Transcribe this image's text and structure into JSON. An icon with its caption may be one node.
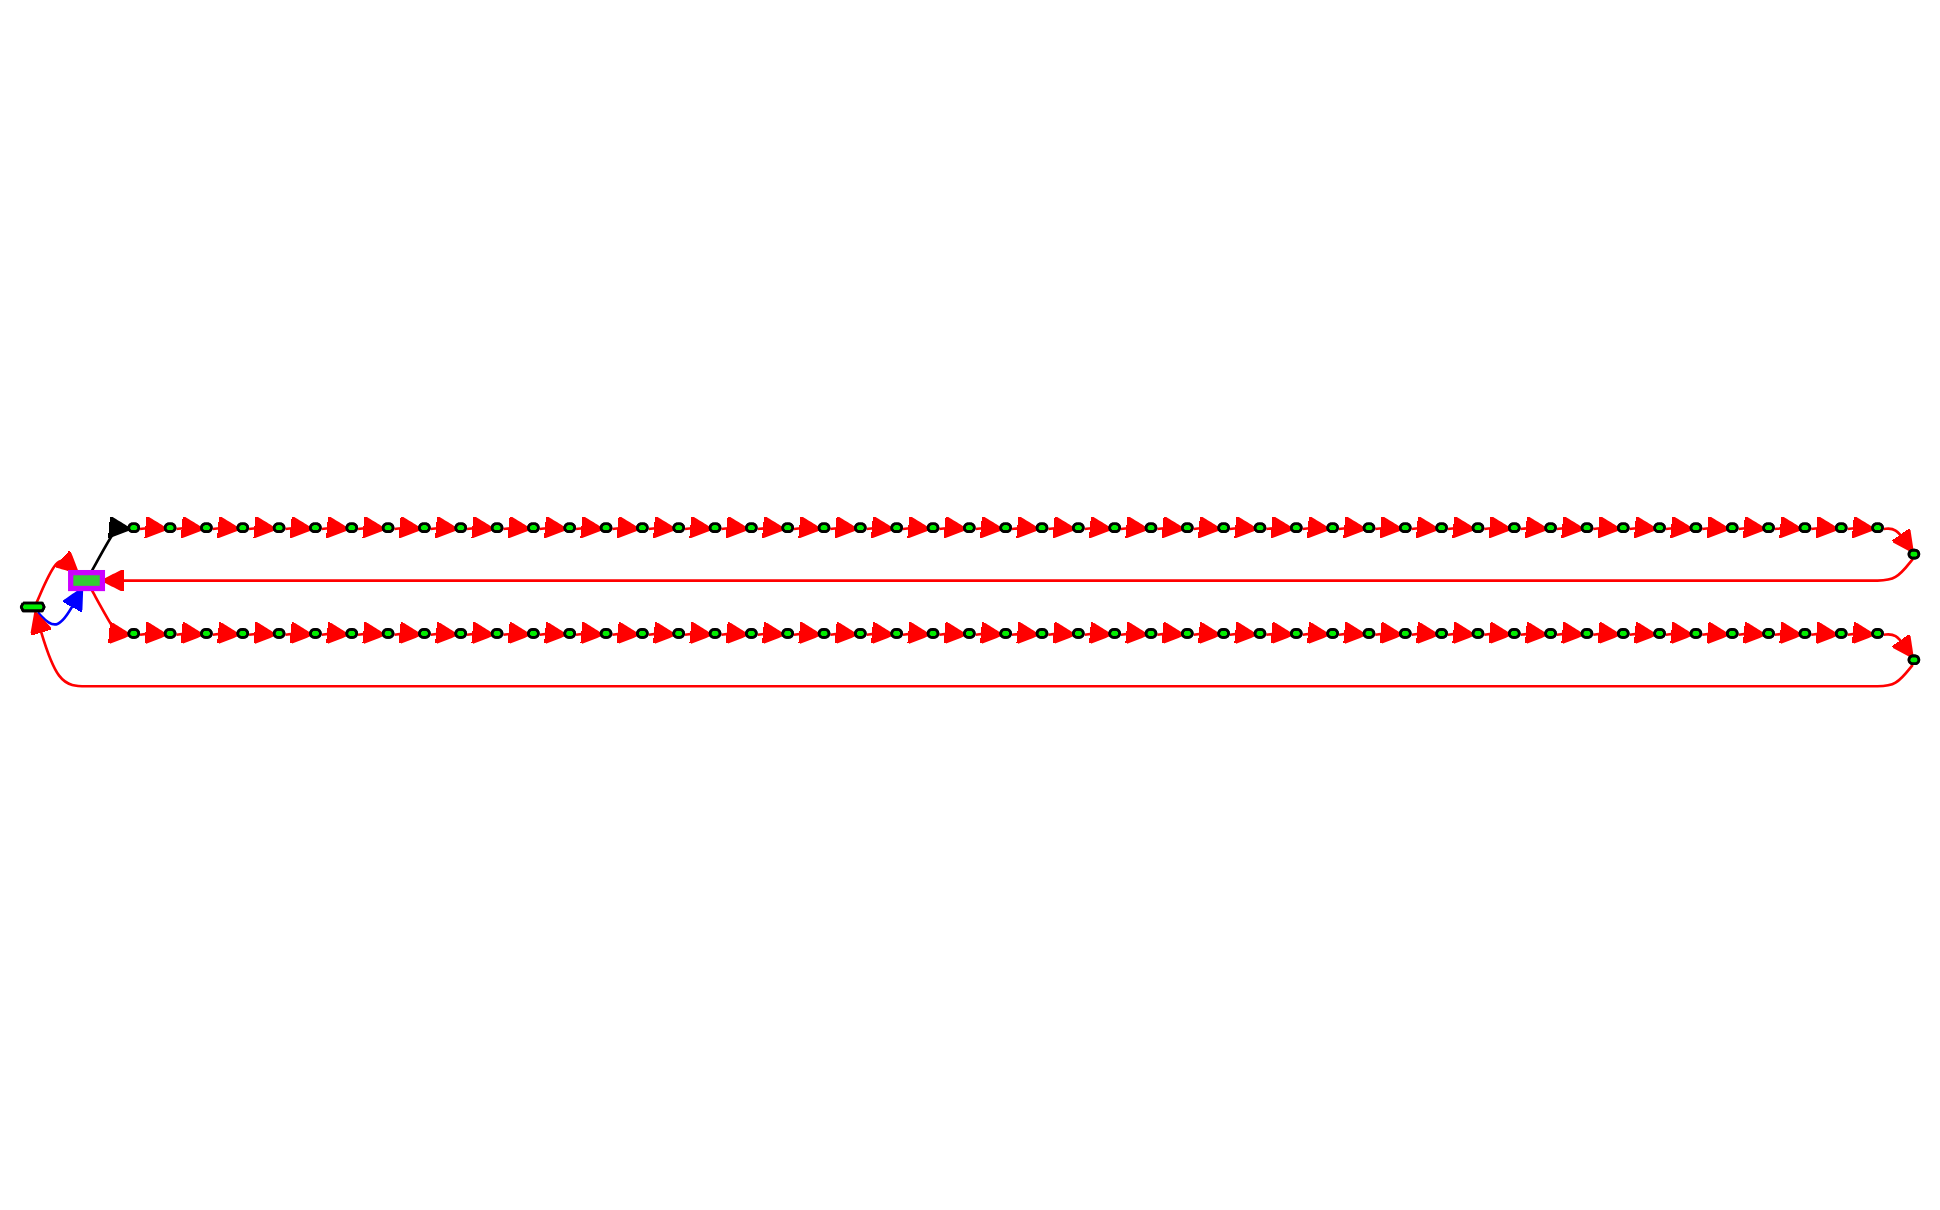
{
  "diagram": {
    "nodes": [
      {
        "text": [],
        "shape": "hexagon"
      },
      {
        "text": [],
        "shape": "box"
      },
      {
        "text": [],
        "shape": "ellipse"
      },
      {
        "text": [],
        "shape": "ellipse"
      },
      {
        "text": [],
        "shape": "ellipse"
      },
      {
        "text": [],
        "shape": "ellipse"
      },
      {
        "text": [],
        "shape": "ellipse"
      },
      {
        "text": [],
        "shape": "ellipse"
      },
      {
        "text": [],
        "shape": "ellipse"
      },
      {
        "text": [],
        "shape": "ellipse"
      },
      {
        "text": [],
        "shape": "ellipse"
      },
      {
        "text": [],
        "shape": "ellipse"
      },
      {
        "text": [],
        "shape": "ellipse"
      },
      {
        "text": [],
        "shape": "ellipse"
      },
      {
        "text": [],
        "shape": "ellipse"
      },
      {
        "text": [],
        "shape": "ellipse"
      },
      {
        "text": [],
        "shape": "ellipse"
      },
      {
        "text": [],
        "shape": "ellipse"
      },
      {
        "text": [],
        "shape": "ellipse"
      },
      {
        "text": [],
        "shape": "ellipse"
      },
      {
        "text": [],
        "shape": "ellipse"
      },
      {
        "text": [],
        "shape": "ellipse"
      },
      {
        "text": [],
        "shape": "ellipse"
      },
      {
        "text": [],
        "shape": "ellipse"
      },
      {
        "text": [],
        "shape": "ellipse"
      },
      {
        "text": [],
        "shape": "ellipse"
      },
      {
        "text": [],
        "shape": "ellipse"
      },
      {
        "text": [],
        "shape": "ellipse"
      },
      {
        "text": [],
        "shape": "ellipse"
      },
      {
        "text": [],
        "shape": "ellipse"
      },
      {
        "text": [],
        "shape": "ellipse"
      },
      {
        "text": [],
        "shape": "ellipse"
      },
      {
        "text": [],
        "shape": "ellipse"
      },
      {
        "text": [],
        "shape": "ellipse"
      },
      {
        "text": [],
        "shape": "ellipse"
      },
      {
        "text": [],
        "shape": "ellipse"
      },
      {
        "text": [],
        "shape": "ellipse"
      },
      {
        "text": [],
        "shape": "ellipse"
      },
      {
        "text": [],
        "shape": "ellipse"
      },
      {
        "text": [],
        "shape": "ellipse"
      },
      {
        "text": [],
        "shape": "ellipse"
      },
      {
        "text": [],
        "shape": "ellipse"
      },
      {
        "text": [],
        "shape": "ellipse"
      },
      {
        "text": [],
        "shape": "ellipse"
      },
      {
        "text": [],
        "shape": "ellipse"
      },
      {
        "text": [],
        "shape": "ellipse"
      },
      {
        "text": [],
        "shape": "ellipse"
      },
      {
        "text": [],
        "shape": "ellipse"
      },
      {
        "text": [],
        "shape": "ellipse"
      },
      {
        "text": [],
        "shape": "ellipse"
      },
      {
        "text": [],
        "shape": "ellipse"
      },
      {
        "text": [],
        "shape": "ellipse"
      },
      {
        "text": [],
        "shape": "ellipse"
      },
      {
        "text": [],
        "shape": "ellipse"
      },
      {
        "text": [],
        "shape": "ellipse"
      },
      {
        "text": [],
        "shape": "ellipse"
      },
      {
        "text": [],
        "shape": "ellipse"
      },
      {
        "text": [],
        "shape": "ellipse"
      },
      {
        "text": [],
        "shape": "ellipse"
      },
      {
        "text": [],
        "shape": "ellipse"
      },
      {
        "text": [],
        "shape": "ellipse"
      },
      {
        "text": [],
        "shape": "ellipse"
      },
      {
        "text": [],
        "shape": "ellipse"
      },
      {
        "text": [],
        "shape": "ellipse"
      },
      {
        "text": [],
        "shape": "ellipse"
      },
      {
        "text": [],
        "shape": "ellipse"
      },
      {
        "text": [],
        "shape": "ellipse"
      },
      {
        "text": [],
        "shape": "ellipse"
      },
      {
        "text": [],
        "shape": "ellipse"
      },
      {
        "text": [],
        "shape": "ellipse"
      },
      {
        "text": [],
        "shape": "ellipse"
      },
      {
        "text": [],
        "shape": "ellipse"
      },
      {
        "text": [],
        "shape": "ellipse"
      },
      {
        "text": [],
        "shape": "ellipse"
      },
      {
        "text": [],
        "shape": "ellipse"
      },
      {
        "text": [],
        "shape": "ellipse"
      },
      {
        "text": [],
        "shape": "ellipse"
      },
      {
        "text": [],
        "shape": "ellipse"
      },
      {
        "text": [],
        "shape": "ellipse"
      },
      {
        "text": [],
        "shape": "ellipse"
      },
      {
        "text": [],
        "shape": "ellipse"
      },
      {
        "text": [],
        "shape": "ellipse"
      },
      {
        "text": [],
        "shape": "ellipse"
      },
      {
        "text": [],
        "shape": "ellipse"
      },
      {
        "text": [],
        "shape": "ellipse"
      },
      {
        "text": [],
        "shape": "ellipse"
      },
      {
        "text": [],
        "shape": "ellipse"
      },
      {
        "text": [],
        "shape": "ellipse"
      },
      {
        "text": [],
        "shape": "ellipse"
      },
      {
        "text": [],
        "shape": "ellipse"
      },
      {
        "text": [],
        "shape": "ellipse"
      },
      {
        "text": [],
        "shape": "ellipse"
      },
      {
        "text": [],
        "shape": "ellipse"
      },
      {
        "text": [],
        "shape": "ellipse"
      },
      {
        "text": [],
        "shape": "ellipse"
      },
      {
        "text": [],
        "shape": "ellipse"
      },
      {
        "text": [],
        "shape": "ellipse"
      },
      {
        "text": [],
        "shape": "ellipse"
      },
      {
        "text": [],
        "shape": "ellipse"
      },
      {
        "text": [],
        "shape": "ellipse"
      },
      {
        "text": [],
        "shape": "ellipse"
      },
      {
        "text": [],
        "shape": "ellipse"
      }
    ],
    "edges": [
      {
        "from": 0,
        "to": 1,
        "arrow": "to"
      },
      {
        "from": 0,
        "to": 1,
        "arrow": "to",
        "color": "#0000ff"
      },
      {
        "from": 1,
        "to": 2,
        "arrow": "to",
        "color": "#000000"
      },
      {
        "from": 2,
        "to": 3,
        "arrow": "to"
      },
      {
        "from": 3,
        "to": 4,
        "arrow": "to"
      },
      {
        "from": 4,
        "to": 5,
        "arrow": "to"
      },
      {
        "from": 5,
        "to": 6,
        "arrow": "to"
      },
      {
        "from": 6,
        "to": 7,
        "arrow": "to"
      },
      {
        "from": 7,
        "to": 8,
        "arrow": "to"
      },
      {
        "from": 8,
        "to": 9,
        "arrow": "to"
      },
      {
        "from": 9,
        "to": 10,
        "arrow": "to"
      },
      {
        "from": 10,
        "to": 11,
        "arrow": "to"
      },
      {
        "from": 11,
        "to": 12,
        "arrow": "to"
      },
      {
        "from": 12,
        "to": 13,
        "arrow": "to"
      },
      {
        "from": 13,
        "to": 14,
        "arrow": "to"
      },
      {
        "from": 14,
        "to": 15,
        "arrow": "to"
      },
      {
        "from": 15,
        "to": 16,
        "arrow": "to"
      },
      {
        "from": 16,
        "to": 17,
        "arrow": "to"
      },
      {
        "from": 17,
        "to": 18,
        "arrow": "to"
      },
      {
        "from": 18,
        "to": 19,
        "arrow": "to"
      },
      {
        "from": 19,
        "to": 20,
        "arrow": "to"
      },
      {
        "from": 20,
        "to": 21,
        "arrow": "to"
      },
      {
        "from": 21,
        "to": 22,
        "arrow": "to"
      },
      {
        "from": 22,
        "to": 23,
        "arrow": "to"
      },
      {
        "from": 23,
        "to": 24,
        "arrow": "to"
      },
      {
        "from": 24,
        "to": 25,
        "arrow": "to"
      },
      {
        "from": 25,
        "to": 26,
        "arrow": "to"
      },
      {
        "from": 26,
        "to": 27,
        "arrow": "to"
      },
      {
        "from": 27,
        "to": 28,
        "arrow": "to"
      },
      {
        "from": 28,
        "to": 29,
        "arrow": "to"
      },
      {
        "from": 29,
        "to": 30,
        "arrow": "to"
      },
      {
        "from": 30,
        "to": 31,
        "arrow": "to"
      },
      {
        "from": 31,
        "to": 32,
        "arrow": "to"
      },
      {
        "from": 32,
        "to": 33,
        "arrow": "to"
      },
      {
        "from": 33,
        "to": 34,
        "arrow": "to"
      },
      {
        "from": 34,
        "to": 35,
        "arrow": "to"
      },
      {
        "from": 35,
        "to": 36,
        "arrow": "to"
      },
      {
        "from": 36,
        "to": 37,
        "arrow": "to"
      },
      {
        "from": 37,
        "to": 38,
        "arrow": "to"
      },
      {
        "from": 38,
        "to": 39,
        "arrow": "to"
      },
      {
        "from": 39,
        "to": 40,
        "arrow": "to"
      },
      {
        "from": 40,
        "to": 41,
        "arrow": "to"
      },
      {
        "from": 41,
        "to": 42,
        "arrow": "to"
      },
      {
        "from": 42,
        "to": 43,
        "arrow": "to"
      },
      {
        "from": 43,
        "to": 44,
        "arrow": "to"
      },
      {
        "from": 44,
        "to": 45,
        "arrow": "to"
      },
      {
        "from": 45,
        "to": 46,
        "arrow": "to"
      },
      {
        "from": 46,
        "to": 47,
        "arrow": "to"
      },
      {
        "from": 47,
        "to": 48,
        "arrow": "to"
      },
      {
        "from": 48,
        "to": 49,
        "arrow": "to"
      },
      {
        "from": 49,
        "to": 50,
        "arrow": "to"
      },
      {
        "from": 50,
        "to": 51,
        "arrow": "to"
      },
      {
        "from": 51,
        "to": 1,
        "arrow": "to"
      },
      {
        "from": 1,
        "to": 52,
        "arrow": "to"
      },
      {
        "from": 52,
        "to": 53,
        "arrow": "to"
      },
      {
        "from": 53,
        "to": 54,
        "arrow": "to"
      },
      {
        "from": 54,
        "to": 55,
        "arrow": "to"
      },
      {
        "from": 55,
        "to": 56,
        "arrow": "to"
      },
      {
        "from": 56,
        "to": 57,
        "arrow": "to"
      },
      {
        "from": 57,
        "to": 58,
        "arrow": "to"
      },
      {
        "from": 58,
        "to": 59,
        "arrow": "to"
      },
      {
        "from": 59,
        "to": 60,
        "arrow": "to"
      },
      {
        "from": 60,
        "to": 61,
        "arrow": "to"
      },
      {
        "from": 61,
        "to": 62,
        "arrow": "to"
      },
      {
        "from": 62,
        "to": 63,
        "arrow": "to"
      },
      {
        "from": 63,
        "to": 64,
        "arrow": "to"
      },
      {
        "from": 64,
        "to": 65,
        "arrow": "to"
      },
      {
        "from": 65,
        "to": 66,
        "arrow": "to"
      },
      {
        "from": 66,
        "to": 67,
        "arrow": "to"
      },
      {
        "from": 67,
        "to": 68,
        "arrow": "to"
      },
      {
        "from": 68,
        "to": 69,
        "arrow": "to"
      },
      {
        "from": 69,
        "to": 70,
        "arrow": "to"
      },
      {
        "from": 70,
        "to": 71,
        "arrow": "to"
      },
      {
        "from": 71,
        "to": 72,
        "arrow": "to"
      },
      {
        "from": 72,
        "to": 73,
        "arrow": "to"
      },
      {
        "from": 73,
        "to": 74,
        "arrow": "to"
      },
      {
        "from": 74,
        "to": 75,
        "arrow": "to"
      },
      {
        "from": 75,
        "to": 76,
        "arrow": "to"
      },
      {
        "from": 76,
        "to": 77,
        "arrow": "to"
      },
      {
        "from": 77,
        "to": 78,
        "arrow": "to"
      },
      {
        "from": 78,
        "to": 79,
        "arrow": "to"
      },
      {
        "from": 79,
        "to": 80,
        "arrow": "to"
      },
      {
        "from": 80,
        "to": 81,
        "arrow": "to"
      },
      {
        "from": 81,
        "to": 82,
        "arrow": "to"
      },
      {
        "from": 82,
        "to": 83,
        "arrow": "to"
      },
      {
        "from": 83,
        "to": 84,
        "arrow": "to"
      },
      {
        "from": 84,
        "to": 85,
        "arrow": "to"
      },
      {
        "from": 85,
        "to": 86,
        "arrow": "to"
      },
      {
        "from": 86,
        "to": 87,
        "arrow": "to"
      },
      {
        "from": 87,
        "to": 88,
        "arrow": "to"
      },
      {
        "from": 88,
        "to": 89,
        "arrow": "to"
      },
      {
        "from": 89,
        "to": 90,
        "arrow": "to"
      },
      {
        "from": 90,
        "to": 91,
        "arrow": "to"
      },
      {
        "from": 91,
        "to": 92,
        "arrow": "to"
      },
      {
        "from": 92,
        "to": 93,
        "arrow": "to"
      },
      {
        "from": 93,
        "to": 94,
        "arrow": "to"
      },
      {
        "from": 94,
        "to": 95,
        "arrow": "to"
      },
      {
        "from": 95,
        "to": 96,
        "arrow": "to"
      },
      {
        "from": 96,
        "to": 97,
        "arrow": "to"
      },
      {
        "from": 97,
        "to": 98,
        "arrow": "to"
      },
      {
        "from": 98,
        "to": 99,
        "arrow": "to"
      },
      {
        "from": 99,
        "to": 100,
        "arrow": "to"
      },
      {
        "from": 100,
        "to": 101,
        "arrow": "to"
      },
      {
        "from": 101,
        "to": 0,
        "arrow": "to"
      }
    ]
  }
}
